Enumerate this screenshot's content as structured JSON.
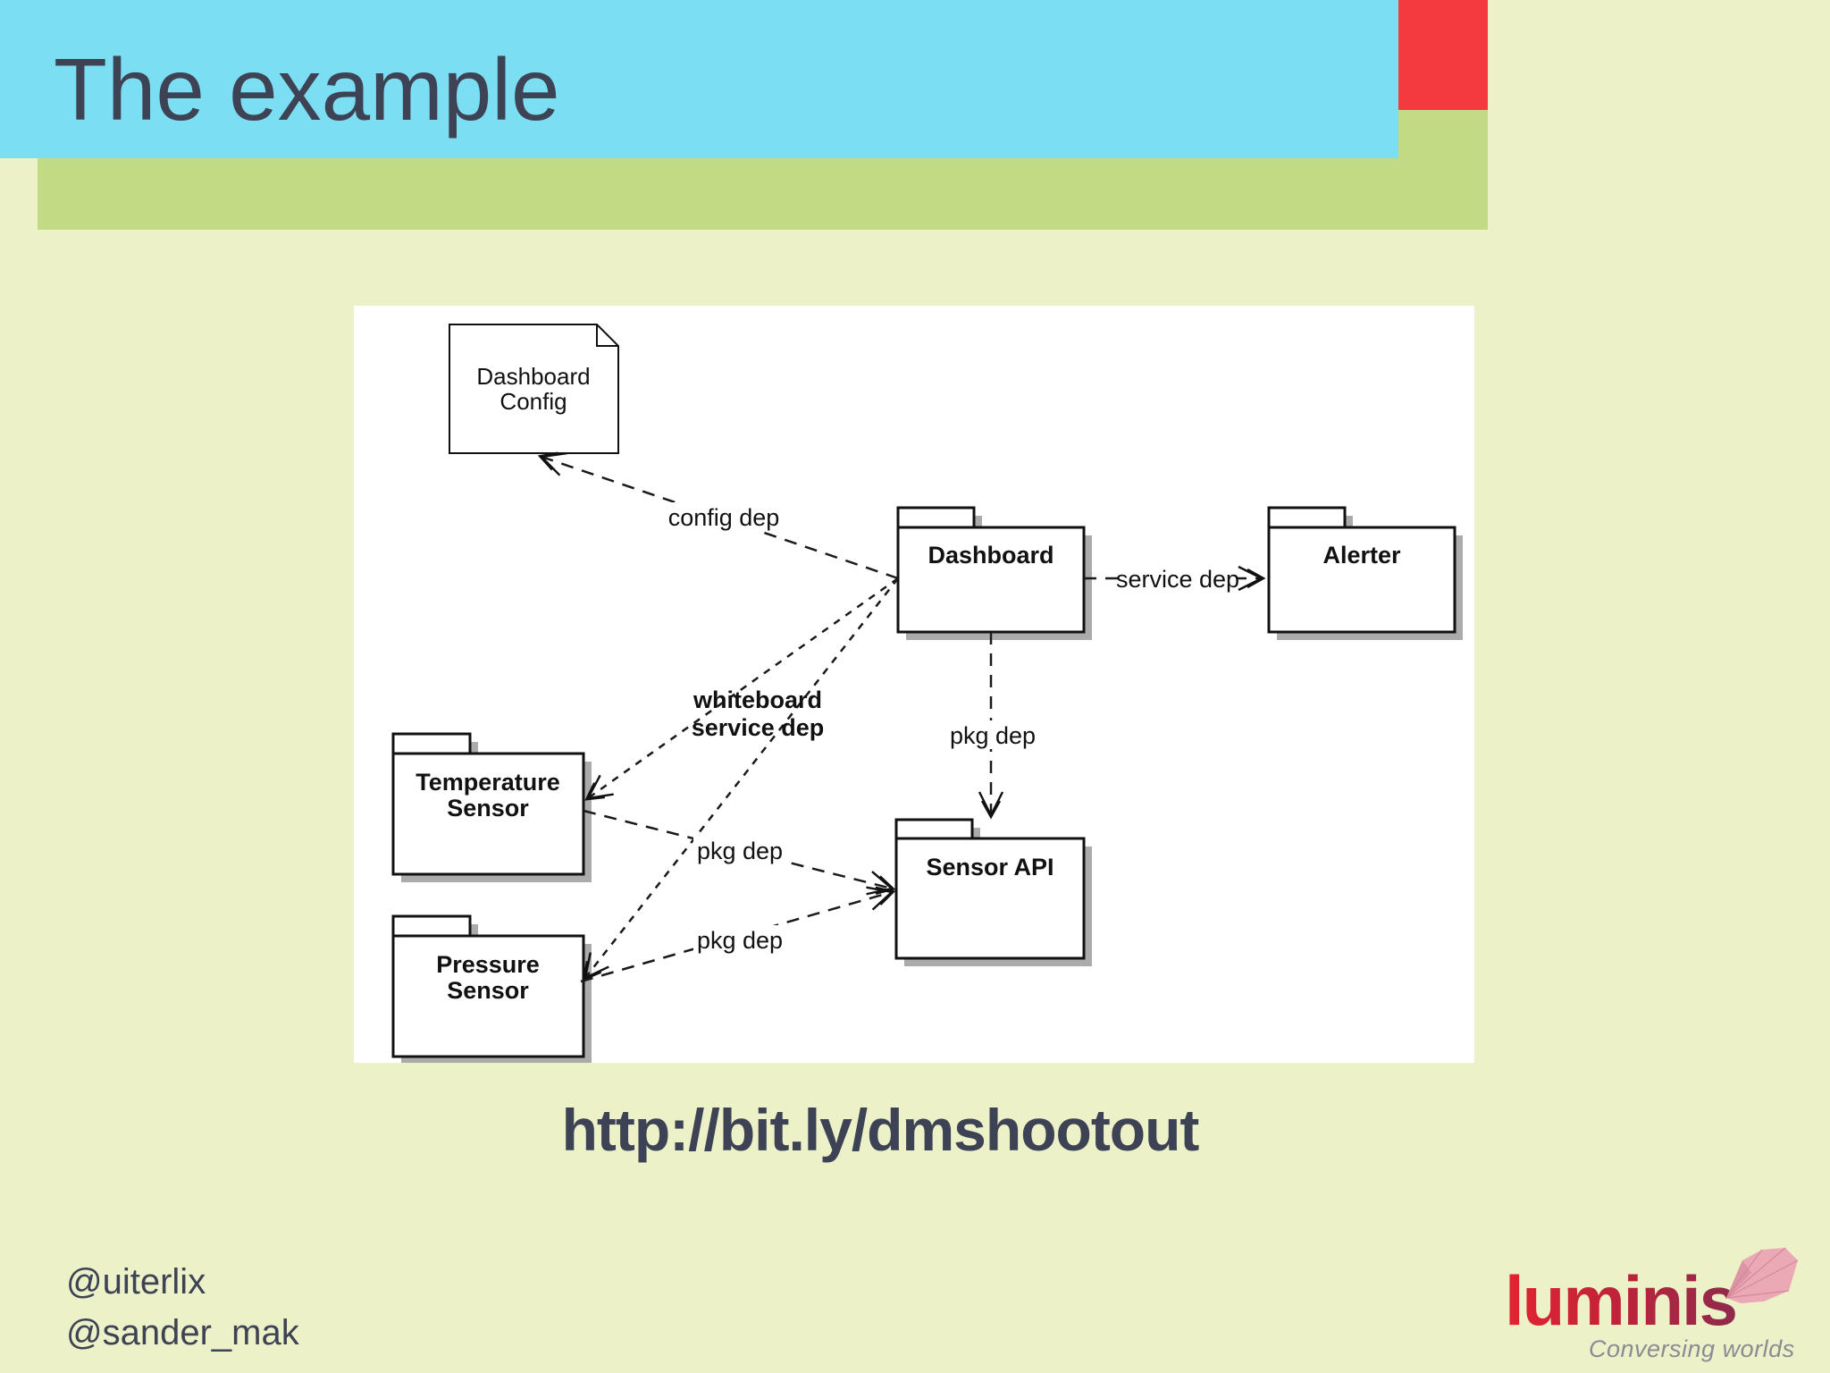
{
  "slide": {
    "title": "The example",
    "url": "http://bit.ly/dmshootout",
    "handles": [
      "@uiterlix",
      "@sander_mak"
    ],
    "colors": {
      "background": "#edf1c7",
      "header_blue": "#7cdef2",
      "accent_green": "#c3da84",
      "accent_red": "#f4393f",
      "text_dark": "#3d4354"
    }
  },
  "diagram": {
    "note": {
      "label": "Dashboard Config",
      "line1": "Dashboard",
      "line2": "Config"
    },
    "packages": [
      {
        "id": "dashboard",
        "label": "Dashboard"
      },
      {
        "id": "alerter",
        "label": "Alerter"
      },
      {
        "id": "sensor-api",
        "label": "Sensor API"
      },
      {
        "id": "temperature-sensor",
        "label": "Temperature Sensor",
        "line1": "Temperature",
        "line2": "Sensor"
      },
      {
        "id": "pressure-sensor",
        "label": "Pressure Sensor",
        "line1": "Pressure",
        "line2": "Sensor"
      }
    ],
    "edges": [
      {
        "from": "Dashboard",
        "to": "Dashboard Config",
        "label": "config dep",
        "style": "dashed"
      },
      {
        "from": "Dashboard",
        "to": "Alerter",
        "label": "service dep",
        "style": "dashed"
      },
      {
        "from": "Dashboard",
        "to": "Sensor API",
        "label": "pkg dep",
        "style": "dashed"
      },
      {
        "from": "Dashboard",
        "to": "Temperature Sensor",
        "label": "whiteboard service dep",
        "label_line1": "whiteboard",
        "label_line2": "service dep",
        "style": "dashed"
      },
      {
        "from": "Dashboard",
        "to": "Pressure Sensor",
        "label": "whiteboard service dep",
        "style": "dashed"
      },
      {
        "from": "Temperature Sensor",
        "to": "Sensor API",
        "label": "pkg dep",
        "style": "dashed"
      },
      {
        "from": "Pressure Sensor",
        "to": "Sensor API",
        "label": "pkg dep",
        "style": "dashed"
      }
    ]
  },
  "logo": {
    "brand": "luminis",
    "tagline": "Conversing worlds",
    "brand_color_left": "#e42330",
    "brand_color_right": "#8e2a4d",
    "crystal_pink": "#eba9b6"
  }
}
